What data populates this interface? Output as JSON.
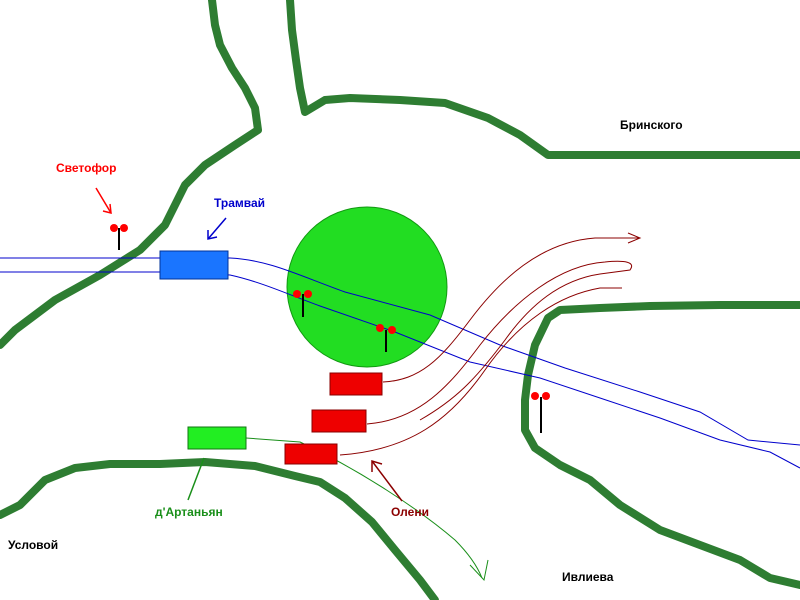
{
  "labels": {
    "traffic_light": "Светофор",
    "tram": "Трамвай",
    "artanyan": "д'Артаньян",
    "deer": "Олени",
    "street_brinskogo": "Бринского",
    "street_suslovoi": "Условой",
    "street_ivlieva": "Ивлиева"
  },
  "colors": {
    "road_edge": "#2e7d32",
    "roundabout": "#22dd22",
    "tram_rails": "#0000cc",
    "tram_car": "#1a75ff",
    "traffic_light_red": "#ff0000",
    "traffic_light_label": "#ff0000",
    "tram_label": "#0000cc",
    "artanyan_car": "#22ee22",
    "artanyan_label": "#1a8f1a",
    "deer_cars": "#ee0000",
    "deer_label": "#8b0000",
    "deer_paths": "#8b0000"
  },
  "icons": [
    "traffic-light-icon",
    "arrow-icon"
  ]
}
